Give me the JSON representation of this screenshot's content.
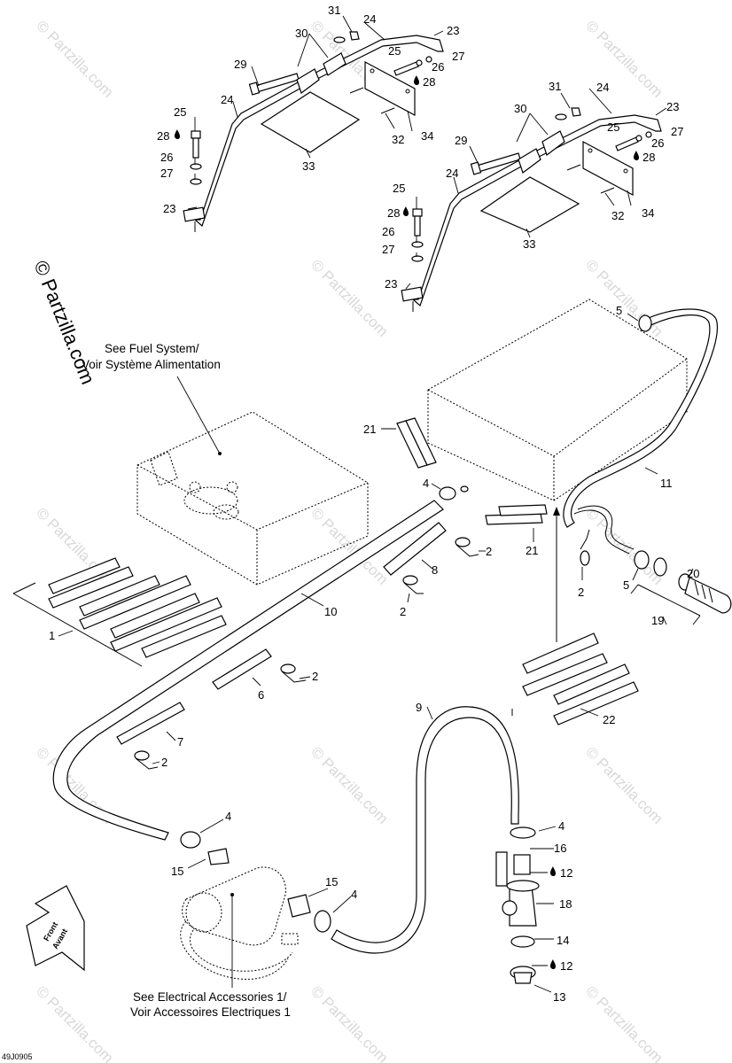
{
  "diagram_id": "49J0905",
  "watermark": "© Partzilla.com",
  "notes": {
    "fuel_system": [
      "See Fuel System/",
      "Voir Système Alimentation"
    ],
    "electrical": [
      "See Electrical Accessories 1/",
      "Voir Accessoires Electriques 1"
    ]
  },
  "front_arrow": [
    "Front",
    "Avant"
  ],
  "callouts": {
    "c1": "1",
    "c2": "2",
    "c4": "4",
    "c5": "5",
    "c6": "6",
    "c7": "7",
    "c8": "8",
    "c9": "9",
    "c10": "10",
    "c11": "11",
    "c12": "12",
    "c13": "13",
    "c14": "14",
    "c15": "15",
    "c16": "16",
    "c18": "18",
    "c19": "19",
    "c20": "20",
    "c21": "21",
    "c22": "22",
    "c23": "23",
    "c24": "24",
    "c25": "25",
    "c26": "26",
    "c27": "27",
    "c28": "28",
    "c29": "29",
    "c30": "30",
    "c31": "31",
    "c32": "32",
    "c33": "33",
    "c34": "34"
  },
  "colors": {
    "line": "#000000",
    "watermark": "#d8d8d8",
    "background": "#ffffff"
  }
}
